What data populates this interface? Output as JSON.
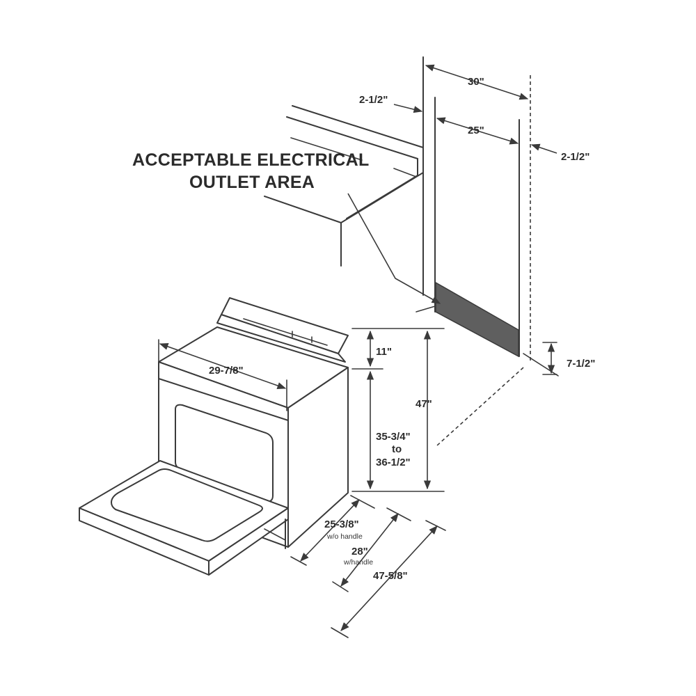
{
  "diagram": {
    "heading_line1": "ACCEPTABLE ELECTRICAL",
    "heading_line2": "OUTLET AREA",
    "outlet_area_color": "#5f5f5f",
    "line_color": "#3a3a3a",
    "dimensions": {
      "cabinet_width": "30\"",
      "opening_width": "25\"",
      "left_side_offset": "2-1/2\"",
      "right_side_offset": "2-1/2\"",
      "outlet_height": "7-1/2\"",
      "range_width": "29-7/8\"",
      "backguard_height": "11\"",
      "total_height": "47\"",
      "cooktop_height_from": "35-3/4\"",
      "cooktop_height_to_word": "to",
      "cooktop_height_to": "36-1/2\"",
      "depth_without_handle": "25-3/8\"",
      "depth_without_handle_note": "w/o handle",
      "depth_with_handle": "28\"",
      "depth_with_handle_note": "w/handle",
      "depth_door_open": "47-5/8\""
    }
  }
}
